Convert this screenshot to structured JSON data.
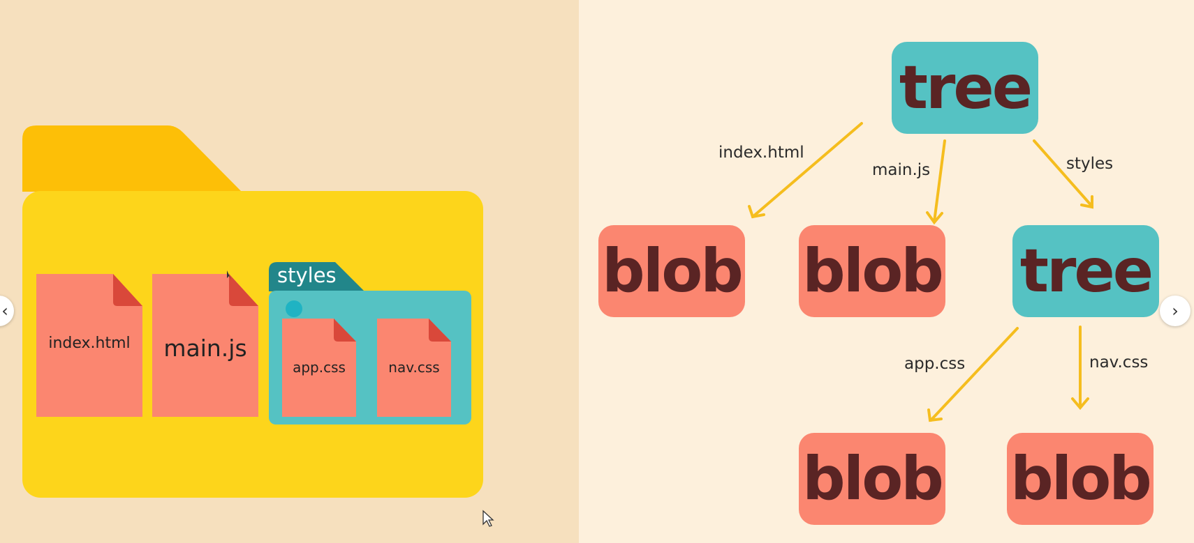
{
  "colors": {
    "left_bg": "#f6e0be",
    "right_bg": "#fdf0dc",
    "folder_yellow": "#fdd51b",
    "folder_tab": "#fdbf07",
    "file_salmon": "#fb8670",
    "file_corner": "#d9483a",
    "styles_teal": "#55c2c3",
    "styles_tab": "#22868a",
    "arrow": "#f5bd1e",
    "node_text": "#5a2424"
  },
  "folder": {
    "files": [
      "index.html",
      "main.js"
    ],
    "subfolder": {
      "name": "styles",
      "files": [
        "app.css",
        "nav.css"
      ]
    }
  },
  "graph": {
    "root": "tree",
    "child_tree": "tree",
    "blob_label": "blob",
    "edges": {
      "index": "index.html",
      "main": "main.js",
      "styles": "styles",
      "app": "app.css",
      "nav": "nav.css"
    }
  },
  "nav": {
    "prev_icon": "‹",
    "next_icon": "›"
  }
}
